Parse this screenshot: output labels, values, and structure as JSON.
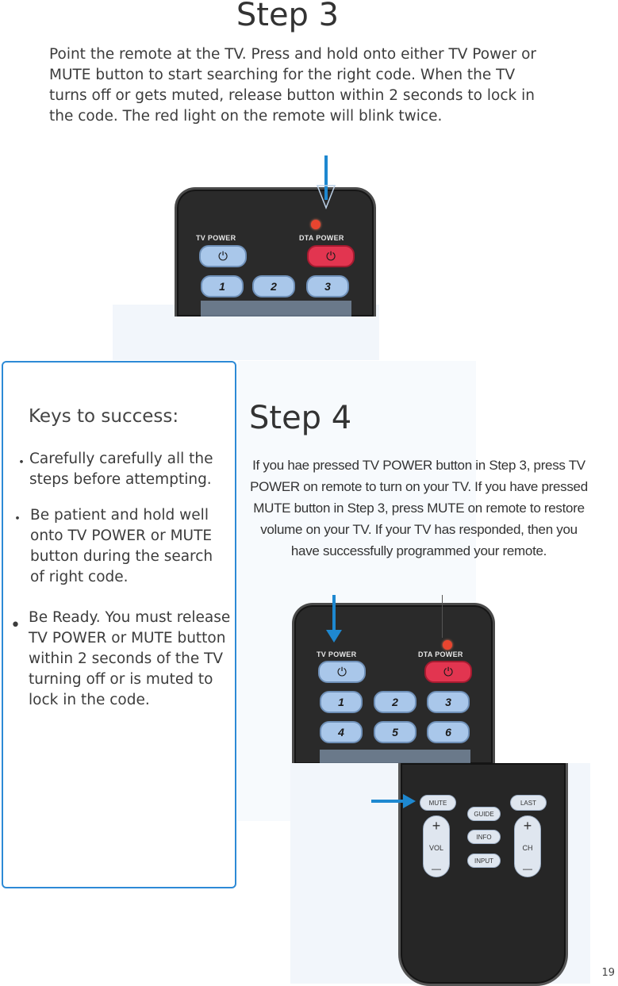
{
  "step3": {
    "title": "Step 3",
    "body": "Point the remote at the TV. Press and hold onto either TV Power or MUTE button to start searching for the right code. When the TV turns off or gets muted, release button within 2 seconds to lock in the code. The red light on the remote will  blink twice."
  },
  "remote_top": {
    "tv_power_label": "TV POWER",
    "dta_power_label": "DTA POWER",
    "keys": [
      "1",
      "2",
      "3"
    ]
  },
  "keys_box": {
    "title": "Keys to success:",
    "items": [
      {
        "bullet": "・",
        "text": "Carefully carefully all the steps before attempting."
      },
      {
        "bullet": "・",
        "text": "Be patient and hold well onto TV POWER or MUTE button during the search of right code."
      },
      {
        "bullet": "•",
        "text": "Be Ready. You must release TV POWER or MUTE button within 2 seconds of the TV turning off or is muted to lock in the code."
      }
    ]
  },
  "step4": {
    "title": "Step 4",
    "body": "If you hae pressed TV POWER button in Step 3, press TV POWER on remote to turn on your TV. If you  have pressed MUTE button in Step 3, press MUTE on remote to restore volume on your TV. If your TV has responded, then you have successfully programmed your remote."
  },
  "remote_mid": {
    "tv_power_label": "TV POWER",
    "dta_power_label": "DTA POWER",
    "keys": [
      "1",
      "2",
      "3",
      "4",
      "5",
      "6"
    ]
  },
  "remote_bottom": {
    "mute": "MUTE",
    "guide": "GUIDE",
    "last": "LAST",
    "info": "INFO",
    "input": "INPUT",
    "vol": "VOL",
    "ch": "CH",
    "plus": "+",
    "minus": "—"
  },
  "page_number": "19",
  "colors": {
    "accent": "#2d8ad6",
    "arrow": "#1e88d0",
    "power_red": "#e23550",
    "key_blue": "#a9c7ea"
  }
}
